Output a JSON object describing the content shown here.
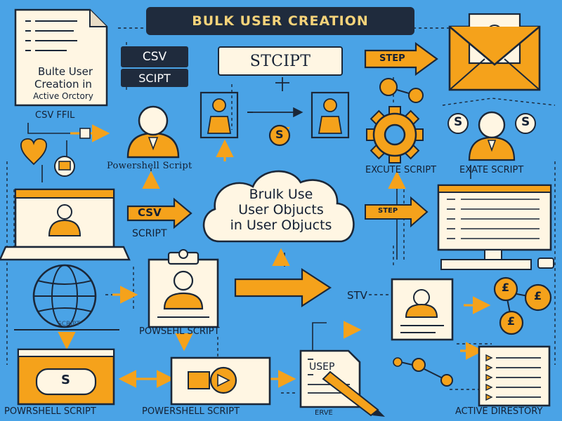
{
  "title": "BULK USER CREATION",
  "labels": {
    "csv_tag": "CSV",
    "script_tag": "SCIPT",
    "stcipt": "STCIPT",
    "step_arrow": "STEP",
    "doc_line1": "Bulte User",
    "doc_line2": "Creation in",
    "doc_line3": "Active Orctory",
    "csv_file": "CSV FFIL",
    "powershell_script_top": "Powershell Script",
    "execute_script": "EXCUTE SCRIPT",
    "exate_script": "EXATE SCRIPT",
    "cloud_line1": "Brulk Use",
    "cloud_line2": "User Objucts",
    "cloud_line3": "in User Objucts",
    "csv_arrow": "CSV",
    "script_left": "SCRIPT",
    "step_small": "STEP",
    "s_symbol": "S",
    "stv": "STV",
    "powsell_script": "POWSEHL SCRIPT",
    "faded_script": "SCRIPT",
    "user_label": "USEP",
    "powrshell_bottom": "POWRSHELL SCRIPT",
    "powershell_bottom": "POWERSHELL SCRIPT",
    "erve": "ERVE",
    "active_directory": "ACTIVE DIRESTORY",
    "coin_symbol": "£"
  },
  "colors": {
    "background": "#4aa3e6",
    "accent_orange": "#f5a21b",
    "outline": "#1b2738",
    "paper": "#fff6e3"
  },
  "icons": [
    "document-icon",
    "envelope-icon",
    "user-icon",
    "gear-icon",
    "heart-icon",
    "laptop-icon",
    "globe-icon",
    "monitor-icon",
    "cloud-icon",
    "clipboard-icon",
    "pen-icon",
    "coin-icon",
    "keyboard-icon"
  ]
}
